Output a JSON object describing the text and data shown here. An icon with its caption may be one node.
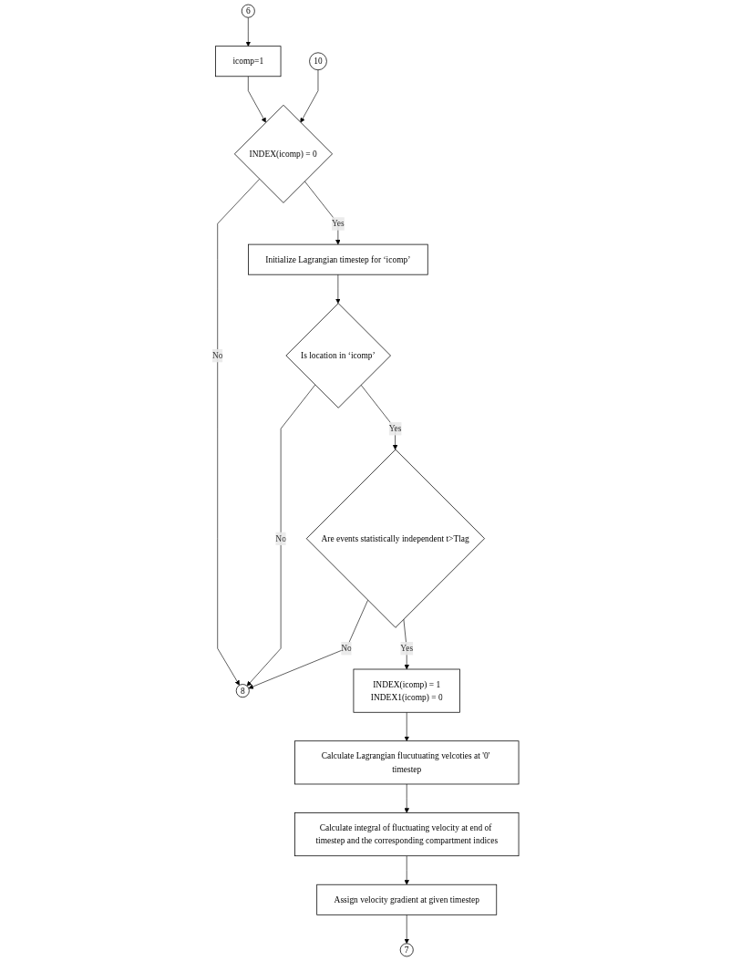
{
  "diagram": {
    "nodes": [
      {
        "text": [
          "6"
        ]
      },
      {
        "text": [
          "icomp=1"
        ]
      },
      {
        "text": [
          "INDEX(icomp) = 0"
        ]
      },
      {
        "text": [
          "10"
        ]
      },
      {
        "text": [
          "Initialize Lagrangian timestep for ‘icomp’"
        ]
      },
      {
        "text": [
          "Is location in ‘icomp’"
        ]
      },
      {
        "text": [
          "Are events statistically independent t>Tlag"
        ]
      },
      {
        "text": [
          "8"
        ]
      },
      {
        "text": [
          "INDEX(icomp) = 1",
          "INDEX1(icomp) = 0"
        ]
      },
      {
        "text": [
          "Calculate Lagrangian flucutuating velcoties at '0' timestep"
        ]
      },
      {
        "text": [
          "Calculate integral of fluctuating velocity at end of timestep and the corresponding compartment indices"
        ]
      },
      {
        "text": [
          "Assign velocity gradient at given timestep"
        ]
      },
      {
        "text": [
          "7"
        ]
      }
    ],
    "edges": [
      {
        "from": 0,
        "to": 1,
        "arrow": "to"
      },
      {
        "from": 1,
        "to": 2,
        "arrow": "to"
      },
      {
        "from": 3,
        "to": 2,
        "arrow": "to"
      },
      {
        "from": 2,
        "to": 7,
        "label": "No",
        "arrow": "to"
      },
      {
        "from": 2,
        "to": 4,
        "label": "Yes",
        "arrow": "to"
      },
      {
        "from": 4,
        "to": 5,
        "arrow": "to"
      },
      {
        "from": 5,
        "to": 7,
        "label": "No",
        "arrow": "to"
      },
      {
        "from": 5,
        "to": 6,
        "label": "Yes",
        "arrow": "to"
      },
      {
        "from": 6,
        "to": 7,
        "label": "No",
        "arrow": "to"
      },
      {
        "from": 6,
        "to": 8,
        "label": "Yes",
        "arrow": "to"
      },
      {
        "from": 8,
        "to": 9,
        "arrow": "to"
      },
      {
        "from": 9,
        "to": 10,
        "arrow": "to"
      },
      {
        "from": 10,
        "to": 11,
        "arrow": "to"
      },
      {
        "from": 11,
        "to": 12,
        "arrow": "to"
      }
    ]
  }
}
